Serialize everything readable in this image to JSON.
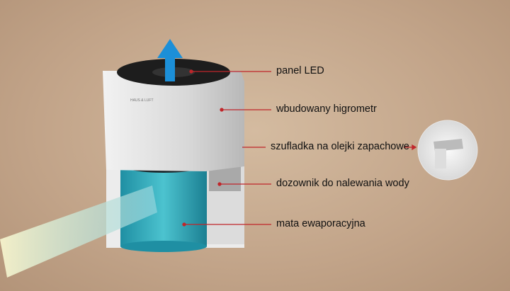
{
  "labels": {
    "panel_led": "panel LED",
    "hygrometer": "wbudowany higrometr",
    "oil_drawer": "szufladka na olejki zapachowe",
    "water_dispenser": "dozownik do nalewania wody",
    "evaporative_mat": "mata ewaporacyjna"
  },
  "brand_logo": "HAUS & LUFT",
  "colors": {
    "leader_line": "#c0262b",
    "airflow_arrow": "#1c8fd8",
    "filter": "#2aa6b8"
  }
}
